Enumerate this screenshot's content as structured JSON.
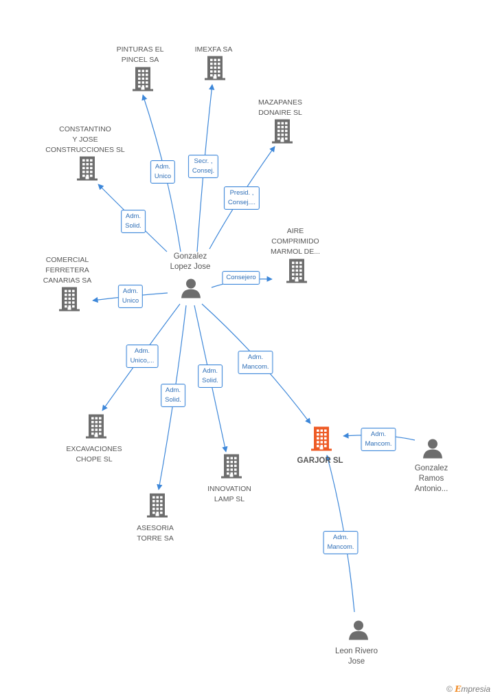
{
  "companies": [
    {
      "id": "pinturas",
      "lines": [
        "PINTURAS EL",
        "PINCEL SA"
      ],
      "focus": false
    },
    {
      "id": "imexfa",
      "lines": [
        "IMEXFA SA"
      ],
      "focus": false
    },
    {
      "id": "mazapanes",
      "lines": [
        "MAZAPANES",
        "DONAIRE SL"
      ],
      "focus": false
    },
    {
      "id": "constantino",
      "lines": [
        "CONSTANTINO",
        "Y JOSE",
        "CONSTRUCCIONES SL"
      ],
      "focus": false
    },
    {
      "id": "aire",
      "lines": [
        "AIRE",
        "COMPRIMIDO",
        "MARMOL DE..."
      ],
      "focus": false
    },
    {
      "id": "comercial",
      "lines": [
        "COMERCIAL",
        "FERRETERA",
        "CANARIAS SA"
      ],
      "focus": false
    },
    {
      "id": "excavaciones",
      "lines": [
        "EXCAVACIONES",
        "CHOPE SL"
      ],
      "focus": false
    },
    {
      "id": "asesoria",
      "lines": [
        "ASESORIA",
        "TORRE SA"
      ],
      "focus": false
    },
    {
      "id": "innovation",
      "lines": [
        "INNOVATION",
        "LAMP SL"
      ],
      "focus": false
    },
    {
      "id": "garjor",
      "lines": [
        "GARJOR SL"
      ],
      "focus": true
    }
  ],
  "persons": [
    {
      "id": "gonzalez_lopez",
      "lines": [
        "Gonzalez",
        "Lopez Jose"
      ]
    },
    {
      "id": "gonzalez_ramos",
      "lines": [
        "Gonzalez",
        "Ramos",
        "Antonio..."
      ]
    },
    {
      "id": "leon_rivero",
      "lines": [
        "Leon Rivero",
        "Jose"
      ]
    }
  ],
  "relations": [
    {
      "id": "r_pinturas",
      "from": "gonzalez_lopez",
      "to": "pinturas",
      "lines": [
        "Adm.",
        "Unico"
      ]
    },
    {
      "id": "r_imexfa",
      "from": "gonzalez_lopez",
      "to": "imexfa",
      "lines": [
        "Secr. ,",
        "Consej."
      ]
    },
    {
      "id": "r_mazapanes",
      "from": "gonzalez_lopez",
      "to": "mazapanes",
      "lines": [
        "Presid. ,",
        "Consej...."
      ]
    },
    {
      "id": "r_constantino",
      "from": "gonzalez_lopez",
      "to": "constantino",
      "lines": [
        "Adm.",
        "Solid."
      ]
    },
    {
      "id": "r_aire",
      "from": "gonzalez_lopez",
      "to": "aire",
      "lines": [
        "Consejero"
      ]
    },
    {
      "id": "r_comercial",
      "from": "gonzalez_lopez",
      "to": "comercial",
      "lines": [
        "Adm.",
        "Unico"
      ]
    },
    {
      "id": "r_excavaciones",
      "from": "gonzalez_lopez",
      "to": "excavaciones",
      "lines": [
        "Adm.",
        "Unico,..."
      ]
    },
    {
      "id": "r_asesoria",
      "from": "gonzalez_lopez",
      "to": "asesoria",
      "lines": [
        "Adm.",
        "Solid."
      ]
    },
    {
      "id": "r_innovation",
      "from": "gonzalez_lopez",
      "to": "innovation",
      "lines": [
        "Adm.",
        "Solid."
      ]
    },
    {
      "id": "r_garjor_gl",
      "from": "gonzalez_lopez",
      "to": "garjor",
      "lines": [
        "Adm.",
        "Mancom."
      ]
    },
    {
      "id": "r_garjor_gr",
      "from": "gonzalez_ramos",
      "to": "garjor",
      "lines": [
        "Adm.",
        "Mancom."
      ]
    },
    {
      "id": "r_garjor_lr",
      "from": "leon_rivero",
      "to": "garjor",
      "lines": [
        "Adm.",
        "Mancom."
      ]
    }
  ],
  "colors": {
    "edge": "#3d87d9",
    "building": "#6d6d6d",
    "focus_building": "#ee5a24",
    "person": "#6d6d6d"
  },
  "icons": {
    "company": "building-icon",
    "person": "person-icon"
  },
  "footer": {
    "copyright": "©",
    "brand_initial": "E",
    "brand_rest": "mpresia"
  }
}
